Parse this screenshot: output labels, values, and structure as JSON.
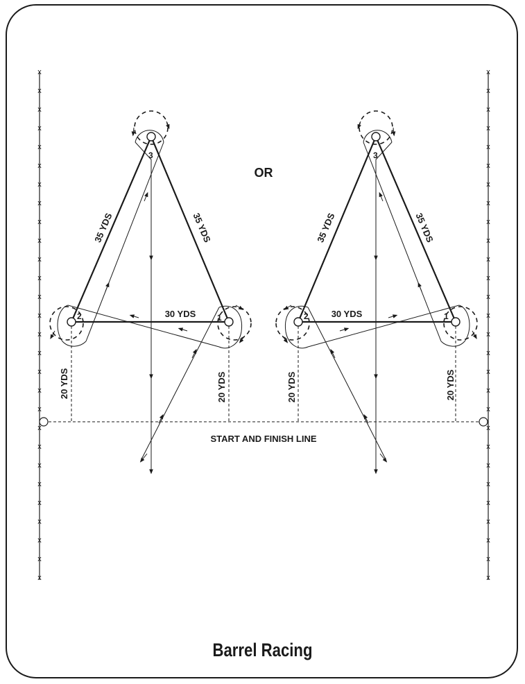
{
  "caption": "Barrel Racing",
  "or_label": "OR",
  "start_finish_label": "START AND FINISH LINE",
  "distances": {
    "side_left": "35 YDS",
    "side_right": "35 YDS",
    "base": "30 YDS",
    "start_left": "20 YDS",
    "start_right": "20 YDS"
  },
  "barrel_labels": {
    "first": "1",
    "second": "2",
    "third": "3"
  },
  "fence_marker": "x",
  "colors": {
    "ink": "#1a1a1a",
    "background": "#ffffff"
  }
}
